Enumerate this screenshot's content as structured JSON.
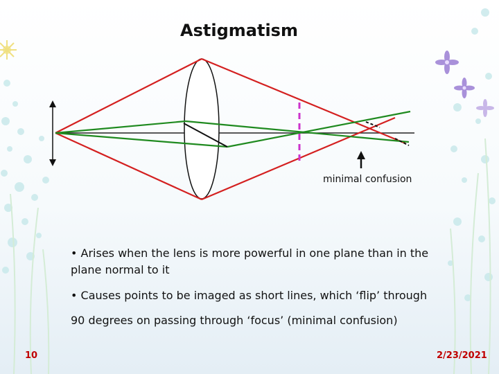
{
  "slide": {
    "title": "Astigmatism",
    "diagram_label": "minimal confusion",
    "bullets": [
      "• Arises when the lens is more powerful in one plane than in the plane normal to it",
      "• Causes points to be imaged as short lines, which ‘flip’ through",
      "90 degrees on passing through ‘focus’ (minimal confusion)"
    ],
    "page_number": "10",
    "date": "2/23/2021"
  },
  "colors": {
    "rays_vertical_plane": "#d42020",
    "rays_horizontal_plane": "#1f8a1f",
    "marker": "#cc33cc",
    "footer_text": "#c00000",
    "decor_flower": "#9b7fd4",
    "decor_dots": "#c6e8ea"
  }
}
